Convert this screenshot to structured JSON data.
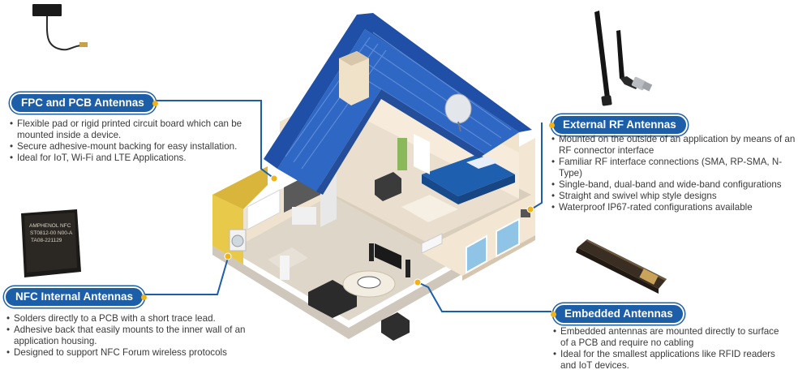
{
  "callouts": {
    "fpc": {
      "title": "FPC and PCB Antennas",
      "bullets": [
        "Flexible pad or rigid printed circuit board which can be mounted inside a device.",
        "Secure adhesive-mount backing for easy installation.",
        "Ideal for IoT, Wi-Fi and LTE Applications."
      ]
    },
    "nfc": {
      "title": "NFC Internal Antennas",
      "bullets": [
        "Solders directly to a PCB with a short trace lead.",
        "Adhesive back that easily mounts to the inner wall of an application housing.",
        "Designed to support NFC Forum wireless protocols"
      ],
      "tag_lines": [
        "AMPHENOL NFC",
        "ST0812-00 N00-A",
        "TA08-221129"
      ]
    },
    "external": {
      "title": "External RF Antennas",
      "bullets": [
        "Mounted on the outside of an application by means of an RF connector interface",
        "Familiar RF interface connections (SMA, RP-SMA, N-Type)",
        "Single-band, dual-band and wide-band configurations",
        "Straight and swivel whip style designs",
        "Waterproof IP67-rated configurations available"
      ]
    },
    "embedded": {
      "title": "Embedded Antennas",
      "bullets": [
        "Embedded antennas are mounted directly to surface of a PCB and require no cabling",
        "Ideal for the smallest applications like RFID readers and IoT devices."
      ]
    }
  },
  "colors": {
    "accent_blue": "#1d5ea8",
    "connector_gold": "#f2b318",
    "roof_blue": "#2f67c4",
    "wall_cream": "#f3e6d3",
    "kitchen_yellow": "#e8c94a"
  }
}
